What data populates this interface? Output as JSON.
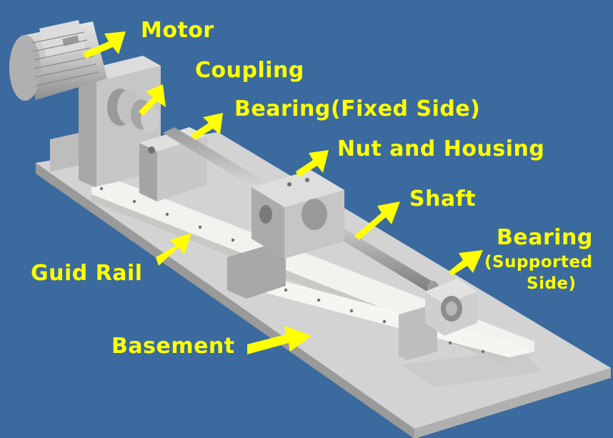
{
  "colors": {
    "background": "#3a6a9e",
    "label_yellow": "#ffff00",
    "metal_light": "#d8d8d8",
    "metal_mid": "#b4b4b4",
    "metal_dark": "#8c8c8c",
    "rail": "#f2f2ee"
  },
  "labels": {
    "motor": "Motor",
    "coupling": "Coupling",
    "bearing_fixed": "Bearing(Fixed Side)",
    "nut_housing": "Nut and Housing",
    "shaft": "Shaft",
    "bearing_supported": "Bearing",
    "bearing_supported_sub1": "(Supported",
    "bearing_supported_sub2": "Side)",
    "guide_rail": "Guid Rail",
    "basement": "Basement"
  }
}
